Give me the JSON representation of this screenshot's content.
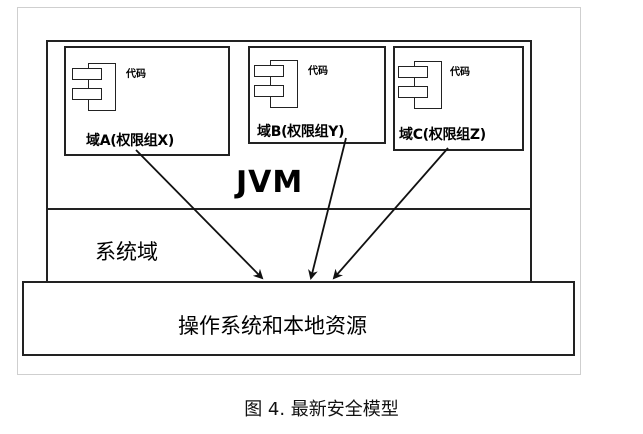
{
  "diagram": {
    "jvm_label": "JVM",
    "system_domain_label": "系统域",
    "os_label": "操作系统和本地资源",
    "domains": [
      {
        "code_label": "代码",
        "name": "域A(权限组X)"
      },
      {
        "code_label": "代码",
        "name": "域B(权限组Y)"
      },
      {
        "code_label": "代码",
        "name": "域C(权限组Z)"
      }
    ]
  },
  "caption": "图 4. 最新安全模型"
}
